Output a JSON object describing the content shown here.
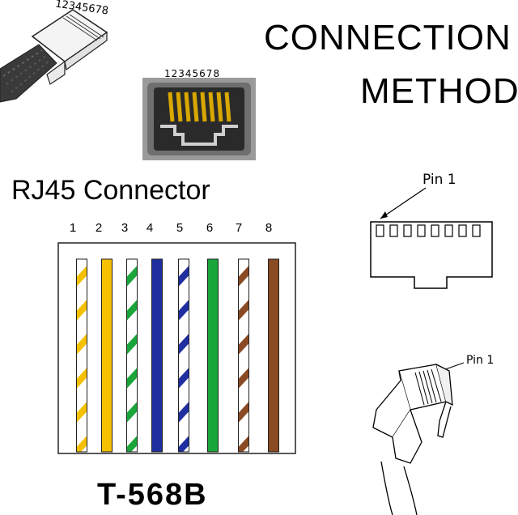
{
  "title": {
    "line1": "CONNECTION",
    "line2": "METHOD"
  },
  "plug_label": "12345678",
  "jack_label": "12345678",
  "connector_label": "RJ45 Connector",
  "standard": "T-568B",
  "pin_numbers": [
    "1",
    "2",
    "3",
    "4",
    "5",
    "6",
    "7",
    "8"
  ],
  "pin1_label_top": "Pin 1",
  "pin1_label_bottom": "Pin 1",
  "wires": [
    {
      "pin": "1",
      "base": "#f5c000",
      "striped": true
    },
    {
      "pin": "2",
      "base": "#f5c000",
      "striped": false
    },
    {
      "pin": "3",
      "base": "#1aa53a",
      "striped": true
    },
    {
      "pin": "4",
      "base": "#1f2fa0",
      "striped": false
    },
    {
      "pin": "5",
      "base": "#1f2fa0",
      "striped": true
    },
    {
      "pin": "6",
      "base": "#1aa53a",
      "striped": false
    },
    {
      "pin": "7",
      "base": "#8a4a24",
      "striped": true
    },
    {
      "pin": "8",
      "base": "#8a4a24",
      "striped": false
    }
  ]
}
